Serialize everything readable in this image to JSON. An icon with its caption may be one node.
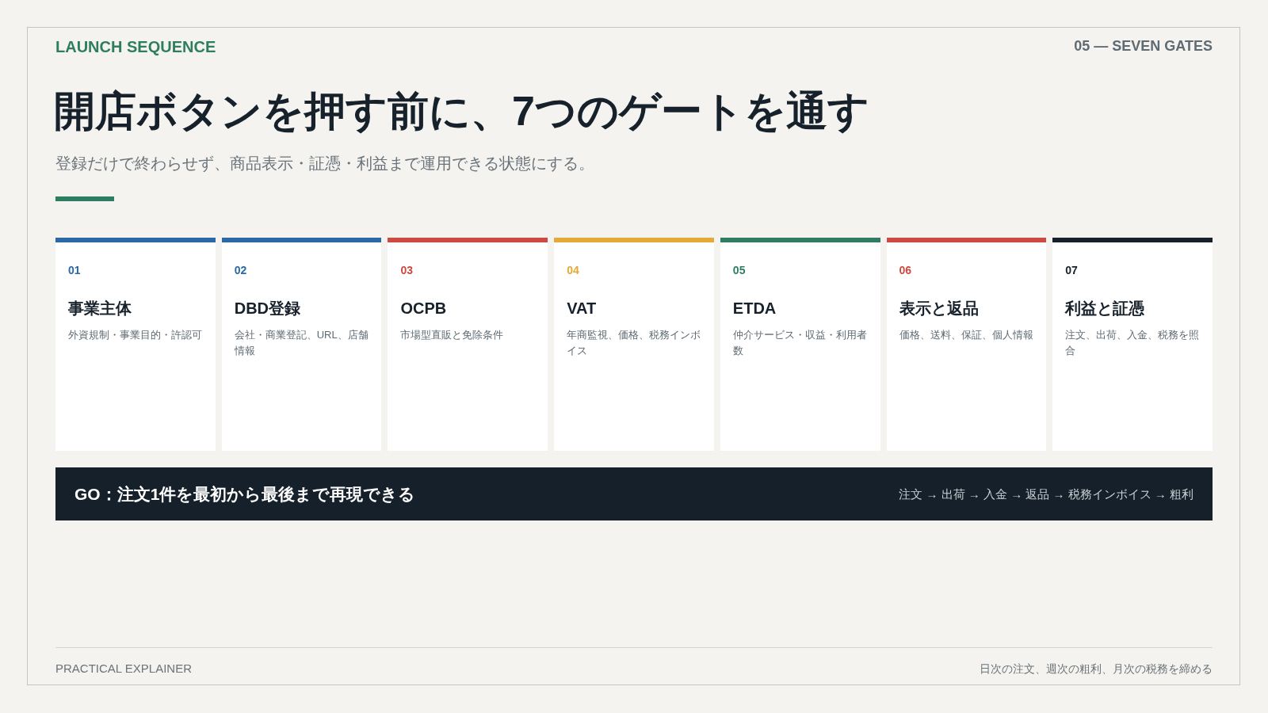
{
  "diagram": {
    "title": "開店ボタンを押す前に、7つのゲートを通す",
    "nodes": [
      {
        "text": [
          "01",
          "事業主体",
          "外資規制・事業目的・許認可"
        ]
      },
      {
        "text": [
          "02",
          "DBD登録",
          "会社・商業登記、URL、店舗情報"
        ]
      },
      {
        "text": [
          "03",
          "OCPB",
          "市場型直販と免除条件"
        ]
      },
      {
        "text": [
          "04",
          "VAT",
          "年商監視、価格、税務インボイス"
        ]
      },
      {
        "text": [
          "05",
          "ETDA",
          "仲介サービス・収益・利用者数"
        ]
      },
      {
        "text": [
          "06",
          "表示と返品",
          "価格、送料、保証、個人情報"
        ]
      },
      {
        "text": [
          "07",
          "利益と証憑",
          "注文、出荷、入金、税務を照合"
        ]
      },
      {
        "text": [
          "GO：注文1件を最初から最後まで再現できる",
          "注文 → 出荷 → 入金 → 返品 → 税務インボイス → 粗利"
        ]
      }
    ],
    "labels": [
      "LAUNCH SEQUENCE",
      "05 — SEVEN GATES",
      "登録だけで終わらせず、商品表示・証憑・利益まで運用できる状態にする。",
      "PRACTICAL EXPLAINER",
      "日次の注文、週次の粗利、月次の税務を締める"
    ]
  }
}
